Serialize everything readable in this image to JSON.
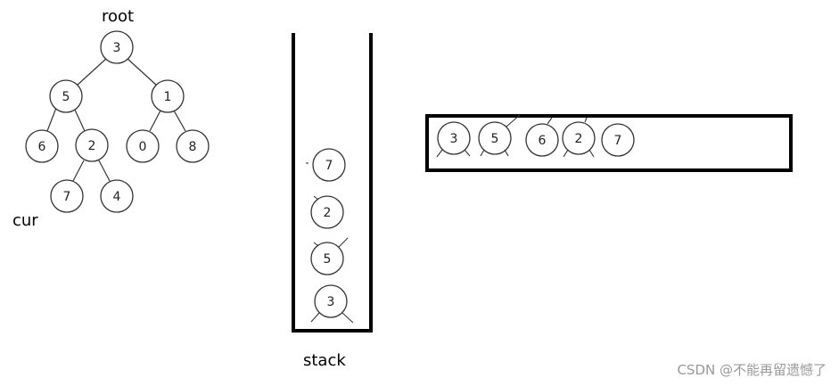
{
  "labels": {
    "root": "root",
    "cur": "cur",
    "stack": "stack",
    "watermark": "CSDN @不能再留遗憾了"
  },
  "tree": {
    "nodes": [
      "3",
      "5",
      "1",
      "6",
      "2",
      "0",
      "8",
      "7",
      "4"
    ]
  },
  "stack": {
    "items_top_to_bottom": [
      "7",
      "2",
      "5",
      "3"
    ]
  },
  "result": {
    "items": [
      "3",
      "5",
      "6",
      "2",
      "7"
    ]
  },
  "colors": {
    "stroke": "#333333",
    "box": "#000000",
    "watermark": "#999999"
  }
}
